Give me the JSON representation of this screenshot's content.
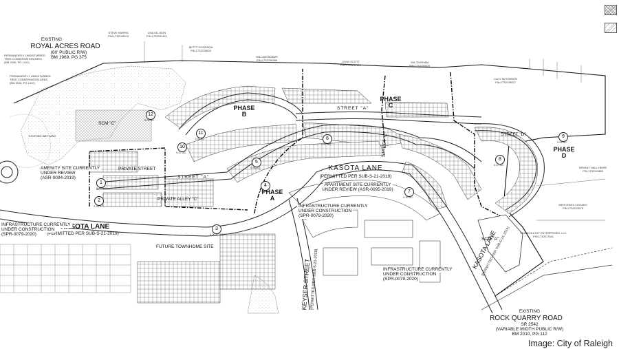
{
  "legend": {
    "items": [
      {
        "pattern": "crosshatch"
      },
      {
        "pattern": "diagonal-hatch"
      }
    ]
  },
  "roads": {
    "royal_acres": {
      "name": "ROYAL ACRES ROAD",
      "row": "(60' PUBLIC R/W)",
      "bm": "BM 1969, PG 375",
      "prefix": "EXISTING"
    },
    "rock_quarry": {
      "prefix": "EXISTING",
      "name": "ROCK QUARRY ROAD",
      "sr": "SR 2542",
      "row": "(VARIABLE WIDTH PUBLIC R/W)",
      "bm": "BM 2010, PG 112"
    },
    "kasota_west": {
      "name": "KASOTA LANE",
      "permit": "(PERMITTED PER SUB-S-21-2019)"
    },
    "kasota_center": {
      "name": "KASOTA LANE",
      "permit": "(PERMITTED PER SUB-S-21-2019)"
    },
    "kasota_east": {
      "name": "KASOTA LANE",
      "permit": "(PERMITTED PER SUB-S-21-2019)"
    },
    "keyser": {
      "name": "KEYSER STREET",
      "permit": "(PERMITTED PER SUB-S-21-2019)"
    },
    "street_a_north": "STREET \"A\"",
    "street_a_west": "STREET \"A\"",
    "street_c": "STREET \"C\"",
    "street_d": "STREET \"D\"",
    "private_street": "PRIVATE STREET",
    "private_alley": "PRIVATE ALLEY \"C\""
  },
  "phases": [
    {
      "label": "PHASE\nB"
    },
    {
      "label": "PHASE\nA"
    },
    {
      "label": "PHASE\nC"
    },
    {
      "label": "PHASE\nD"
    }
  ],
  "notes": {
    "amenity": [
      "AMENITY SITE CURRENTLY",
      "UNDER REVIEW",
      "(ASR-0094-2019)"
    ],
    "apartment": [
      "APARTMENT SITE CURRENTLY",
      "UNDER REVIEW (ASR-0095-2019)"
    ],
    "infra_center": [
      "INFRASTRUCTURE CURRENTLY",
      "UNDER CONSTRUCTION",
      "(SPR-0079-2020)"
    ],
    "infra_west": [
      "INFRASTRUCTURE CURRENTLY",
      "UNDER CONSTRUCTION",
      "(SPR-0079-2020)"
    ],
    "infra_south": [
      "INFRASTRUCTURE CURRENTLY",
      "UNDER CONSTRUCTION",
      "(SPR-0079-2020)"
    ],
    "future_townhome": "FUTURE TOWNHOME SITE",
    "scm_c": "SCM \"C\"",
    "scm_a": "SCM \"A\"",
    "existing_wetland": "EXISTING WETLAND"
  },
  "lot_numbers": [
    "1",
    "2",
    "3",
    "4",
    "5",
    "6",
    "7",
    "8",
    "9",
    "10",
    "11",
    "12"
  ],
  "acreages": [
    "3.18 AC",
    "2.34 AC",
    "0.30 AC",
    "0.45 AC",
    "0.56 AC",
    "0.37 AC",
    "0.30 AC",
    "0.47 AC",
    "5.95 AC",
    "0.47 AC",
    "1.04 AC",
    "0.09 AC"
  ],
  "owners": [
    {
      "name": "STEVE HARRIS",
      "pin": "PIN:1732140423"
    },
    {
      "name": "LISA ELLISON",
      "pin": "PIN:1732241421"
    },
    {
      "name": "BETTY GOODSON",
      "pin": "PIN:1732239602"
    },
    {
      "name": "WILLIAM ADAMS",
      "pin": "PIN:1732236388"
    },
    {
      "name": "JOHN SCOTT",
      "pin": "PIN:1731139120"
    },
    {
      "name": "SAL DURHAM",
      "pin": "PIN:1732230625"
    },
    {
      "name": "LUCY MCKINNON",
      "pin": "PIN:1732128027"
    },
    {
      "name": "BRYANT HALL HEIRS",
      "pin": "PIN:1732111585"
    },
    {
      "name": "MERCEDES COGANO",
      "pin": "PIN:1732019675"
    },
    {
      "name": "SEARCHLIGHT ENTERPRISES, LLC",
      "pin": "PIN:1732017841"
    }
  ],
  "tree_conservation": [
    [
      "PERMANENTLY UNDISTURBED",
      "TREE CONSERVATION AREA",
      "(BM 2008, PG 1412)"
    ],
    [
      "PERMANENTLY UNDISTURBED",
      "TREE CONSERVATION AREA",
      "(BM 2008, PG 1412)"
    ]
  ],
  "credit": "Image: City of Raleigh",
  "colors": {
    "line": "#222222",
    "phase_line": "#000000",
    "light": "#777777"
  }
}
